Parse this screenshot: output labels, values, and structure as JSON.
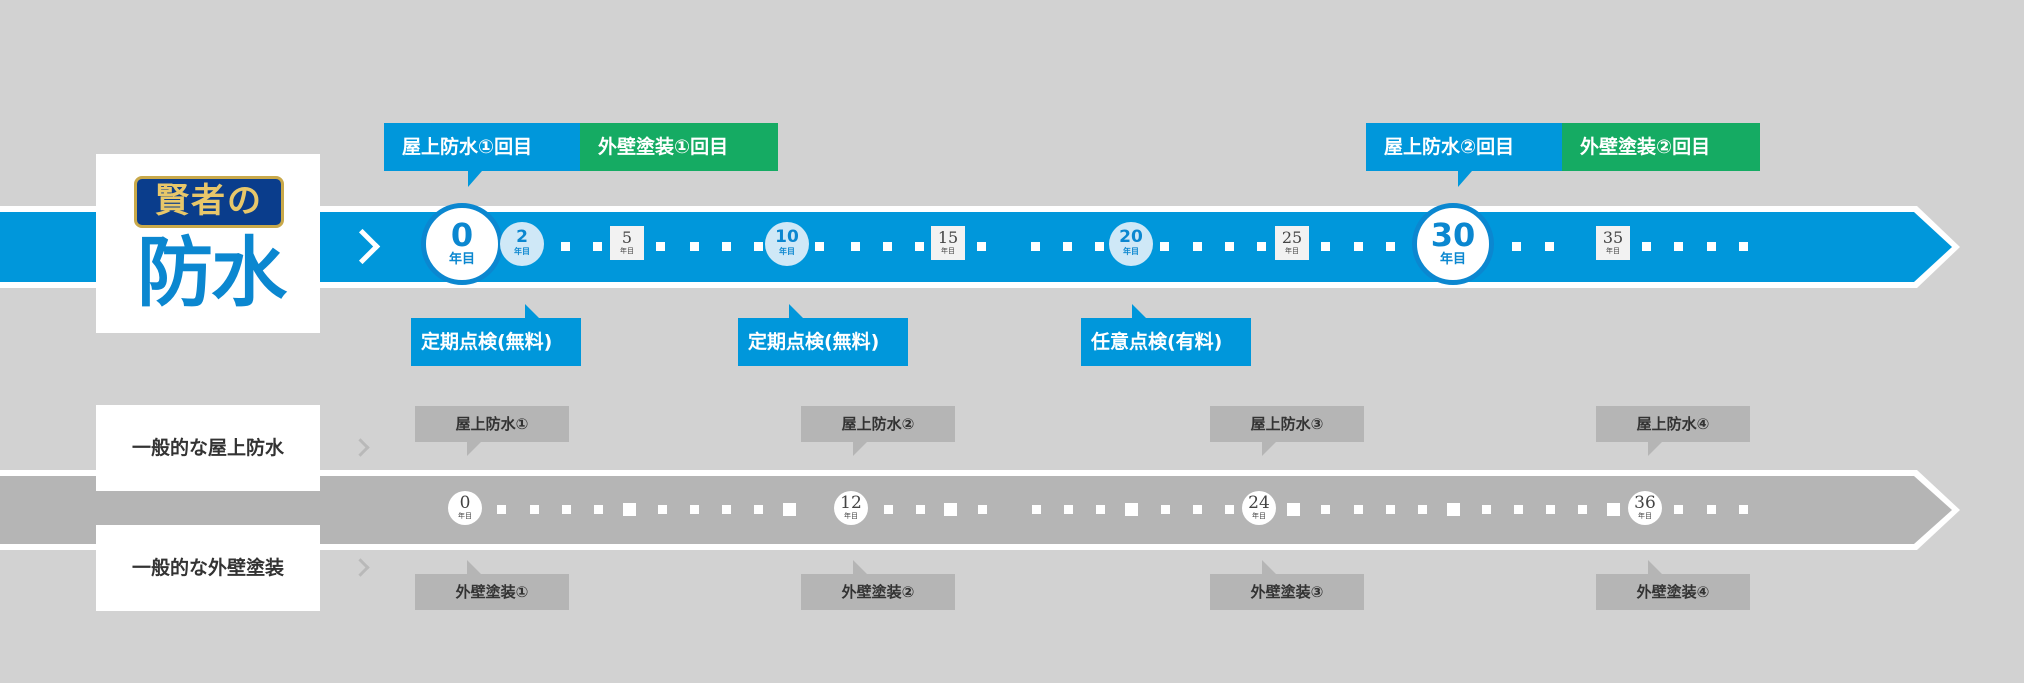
{
  "logo": {
    "top_text": "賢者の",
    "bottom_text": "防水"
  },
  "rows": {
    "roof_label": "一般的な屋上防水",
    "wall_label": "一般的な外壁塗装"
  },
  "upper_tags": [
    {
      "text": "屋上防水①回目",
      "color": "#0097db"
    },
    {
      "text": "外壁塗装①回目",
      "color": "#15ab63"
    },
    {
      "text": "屋上防水②回目",
      "color": "#0097db"
    },
    {
      "text": "外壁塗装②回目",
      "color": "#15ab63"
    }
  ],
  "inspections": [
    {
      "text": "定期点検(無料)"
    },
    {
      "text": "定期点検(無料)"
    },
    {
      "text": "任意点検(有料)"
    }
  ],
  "blue_years": {
    "y0": "0",
    "y2": "2",
    "y5": "5",
    "y10": "10",
    "y15": "15",
    "y20": "20",
    "y25": "25",
    "y30": "30",
    "y35": "35",
    "unit": "年目"
  },
  "gray_years": {
    "y0": "0",
    "y12": "12",
    "y24": "24",
    "y36": "36",
    "unit": "年目"
  },
  "roof_tags": [
    "屋上防水①",
    "屋上防水②",
    "屋上防水③",
    "屋上防水④"
  ],
  "wall_tags": [
    "外壁塗装①",
    "外壁塗装②",
    "外壁塗装③",
    "外壁塗装④"
  ],
  "colors": {
    "blue": "#0097db",
    "green": "#15ab63",
    "gray": "#b5b5b5",
    "background": "#d2d2d2"
  }
}
